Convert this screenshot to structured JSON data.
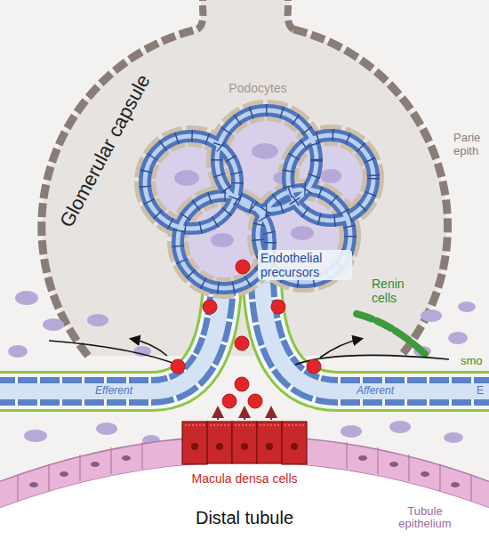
{
  "diagram": {
    "labels": [
      "Glomerular capsule",
      "Podocytes",
      "Parie epith",
      "Endothelial precursors",
      "Renin cells",
      "Efferent",
      "Afferent",
      "smo",
      "E",
      "Macula densa cells",
      "Distal tubule",
      "Tubule epithelium"
    ]
  }
}
